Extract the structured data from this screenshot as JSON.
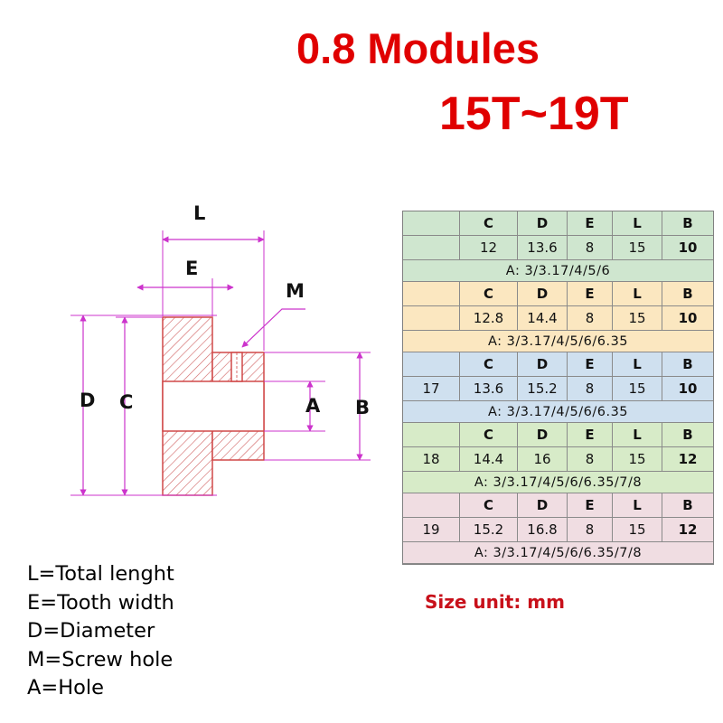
{
  "title": {
    "line1": "0.8 Modules",
    "line2": "15T~19T"
  },
  "diagram_labels": {
    "L": "L",
    "E": "E",
    "M": "M",
    "D": "D",
    "C": "C",
    "A": "A",
    "B": "B"
  },
  "legend": [
    "L=Total lenght",
    "E=Tooth width",
    "D=Diameter",
    "M=Screw hole",
    "A=Hole"
  ],
  "unit_note": "Size unit: mm",
  "table": {
    "headers": [
      "C",
      "D",
      "E",
      "L",
      "B"
    ],
    "groups": [
      {
        "teeth": "",
        "color": "#cfe6cf",
        "values": [
          "12",
          "13.6",
          "8",
          "15",
          "10"
        ],
        "holes": "A: 3/3.17/4/5/6"
      },
      {
        "teeth": "",
        "color": "#fbe7c0",
        "values": [
          "12.8",
          "14.4",
          "8",
          "15",
          "10"
        ],
        "holes": "A: 3/3.17/4/5/6/6.35"
      },
      {
        "teeth": "17",
        "color": "#cfe0ef",
        "values": [
          "13.6",
          "15.2",
          "8",
          "15",
          "10"
        ],
        "holes": "A: 3/3.17/4/5/6/6.35"
      },
      {
        "teeth": "18",
        "color": "#d7ebc8",
        "values": [
          "14.4",
          "16",
          "8",
          "15",
          "12"
        ],
        "holes": "A: 3/3.17/4/5/6/6.35/7/8"
      },
      {
        "teeth": "19",
        "color": "#f0dde2",
        "values": [
          "15.2",
          "16.8",
          "8",
          "15",
          "12"
        ],
        "holes": "A: 3/3.17/4/5/6/6.35/7/8"
      }
    ]
  },
  "colors": {
    "title": "#e00000",
    "dimension_lines": "#cc33cc",
    "part_outline": "#d04848",
    "unit_note": "#c8101a"
  }
}
